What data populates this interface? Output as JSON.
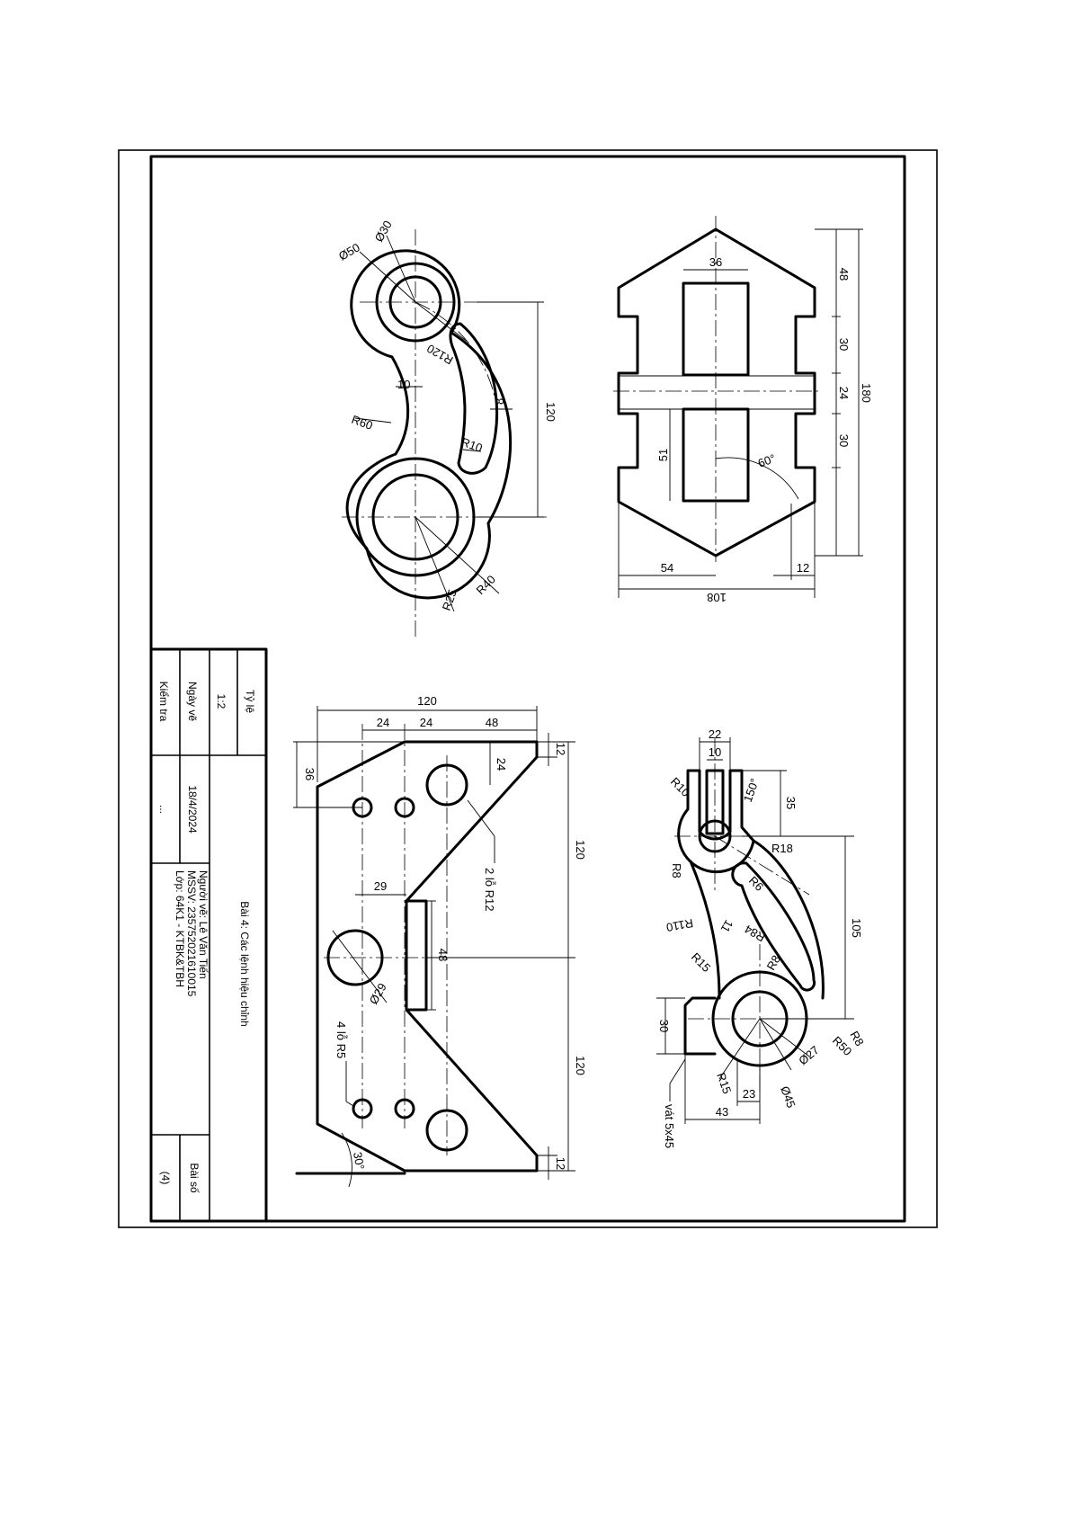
{
  "title_block": {
    "scale_label": "Tỷ lệ",
    "scale_value": "1:2",
    "date_label": "Ngày vẽ",
    "date_value": "18/4/2024",
    "checked_label": "Kiểm tra",
    "checked_value": "...",
    "exercise_title": "Bài 4: Các lệnh hiệu chỉnh",
    "drawn_by": "Người vẽ: Lê Văn Tiến",
    "student_id": "MSSV: 235752021610015",
    "class": "Lớp: 64K1 - KTBK&TBH",
    "exercise_no_label": "Bài số",
    "exercise_no_value": "(4)"
  },
  "part1": {
    "d50": "Ø50",
    "d30": "Ø30",
    "r120": "R120",
    "r60": "R60",
    "w10": "10",
    "w8": "8",
    "r10": "R10",
    "h120": "120",
    "r40": "R40",
    "r25": "R25"
  },
  "part2": {
    "w36": "36",
    "h48": "48",
    "h30a": "30",
    "h24": "24",
    "h30b": "30",
    "h180": "180",
    "h51": "51",
    "a60": "60°",
    "w54": "54",
    "w12": "12",
    "w108": "108"
  },
  "part3": {
    "w120": "120",
    "w24a": "24",
    "w24b": "24",
    "w48": "48",
    "h36": "36",
    "h24": "24",
    "h12a": "12",
    "h120a": "120",
    "note_holes_r12": "2 lỗ R12",
    "w29": "29",
    "h48": "48",
    "d29": "Ø29",
    "note_holes_r5": "4 lỗ R5",
    "h120b": "120",
    "a30": "30°",
    "h12b": "12"
  },
  "part4": {
    "w22": "22",
    "w10": "10",
    "r10": "R10",
    "a150": "150°",
    "h35": "35",
    "r18": "R18",
    "r8a": "R8",
    "r6": "R6",
    "r110": "R110",
    "w11": "11",
    "r84": "R84",
    "h105": "105",
    "r15a": "R15",
    "r8b": "R8",
    "h30": "30",
    "r8c": "R8",
    "r50": "R50",
    "d27": "Ø27",
    "r15b": "R15",
    "d45": "Ø45",
    "w23": "23",
    "w43": "43",
    "note_chamfer": "vát 5x45"
  }
}
